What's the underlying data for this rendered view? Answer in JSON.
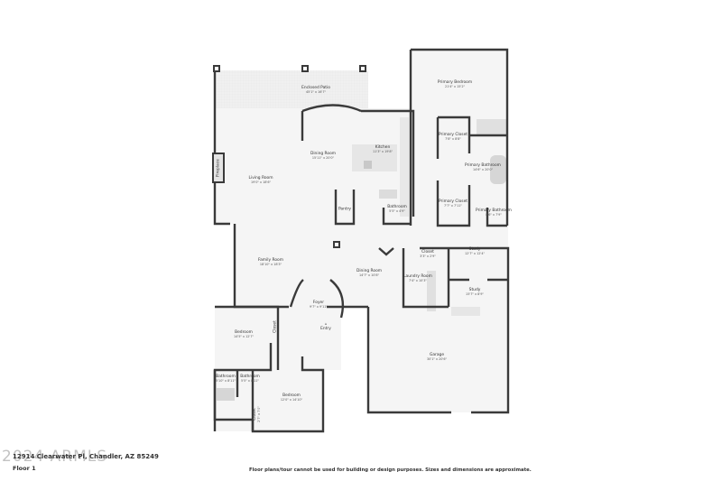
{
  "rooms": [
    {
      "name": "Enclosed Patio",
      "dim": "45'1\" x 16'7\""
    },
    {
      "name": "Dining Room",
      "dim": "15'11\" x 20'0\""
    },
    {
      "name": "Kitchen",
      "dim": "11'3\" x 19'8\""
    },
    {
      "name": "Living Room",
      "dim": "19'0\" x 18'6\""
    },
    {
      "name": "Fireplace",
      "dim": ""
    },
    {
      "name": "Pantry",
      "dim": ""
    },
    {
      "name": "Bathroom",
      "dim": "5'5\" x 4'9\""
    },
    {
      "name": "Primary Bedroom",
      "dim": "21'4\" x 15'2\""
    },
    {
      "name": "Primary Closet",
      "dim": "7'8\" x 8'8\""
    },
    {
      "name": "Primary Bathroom",
      "dim": "14'6\" x 20'0\""
    },
    {
      "name": "Primary Closet",
      "dim": "7'7\" x 7'11\""
    },
    {
      "name": "Primary Bathroom",
      "dim": "8'6\" x 7'9\""
    },
    {
      "name": "Family Room",
      "dim": "18'10\" x 18'3\""
    },
    {
      "name": "Dining Room",
      "dim": "14'7\" x 10'8\""
    },
    {
      "name": "Closet",
      "dim": "3'3\" x 2'9\""
    },
    {
      "name": "Laundry Room",
      "dim": "7'4\" x 10'3\""
    },
    {
      "name": "Study",
      "dim": "12'7\" x 12'4\""
    },
    {
      "name": "Study",
      "dim": "15'7\" x 8'9\""
    },
    {
      "name": "Foyer",
      "dim": "9'7\" x 9'11\""
    },
    {
      "name": "Entry",
      "dim": ""
    },
    {
      "name": "Bedroom",
      "dim": "14'5\" x 12'7\""
    },
    {
      "name": "Closet",
      "dim": ""
    },
    {
      "name": "Bathroom",
      "dim": "5'10\" x 8'11\""
    },
    {
      "name": "Bathroom",
      "dim": "5'5\" x 8'11\""
    },
    {
      "name": "Bedroom",
      "dim": "12'0\" x 14'10\""
    },
    {
      "name": "Closet",
      "dim": "2'7\" x 7'0\""
    },
    {
      "name": "Garage",
      "dim": "30'1\" x 20'6\""
    }
  ],
  "footer": {
    "address": "12914 Clearwater Pl, Chandler, AZ 85249",
    "floor": "Floor 1",
    "disclaimer": "Floor plans/tour cannot be used for building or design purposes. Sizes and dimensions are approximate.",
    "watermark": "2024 ARMLS"
  },
  "colors": {
    "wall": "#3a3a3a",
    "floor": "#f4f4f4",
    "fixture": "#d8d8d8",
    "patio": "#eeeeee"
  }
}
